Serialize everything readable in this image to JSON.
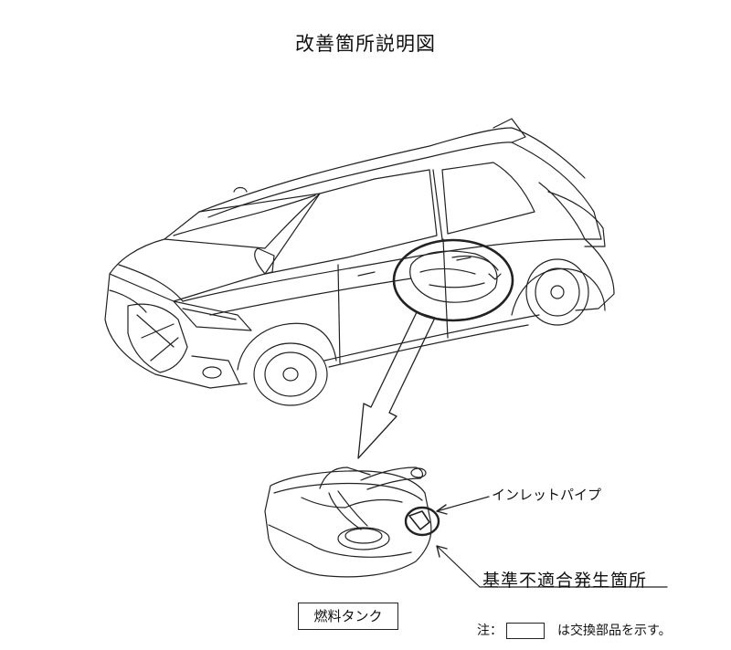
{
  "title": "改善箇所説明図",
  "labels": {
    "inlet_pipe": "インレットパイプ",
    "problem_location": "基準不適合発生箇所",
    "fuel_tank": "燃料タンク"
  },
  "note": {
    "prefix": "注：",
    "suffix": "は交換部品を示す。"
  }
}
